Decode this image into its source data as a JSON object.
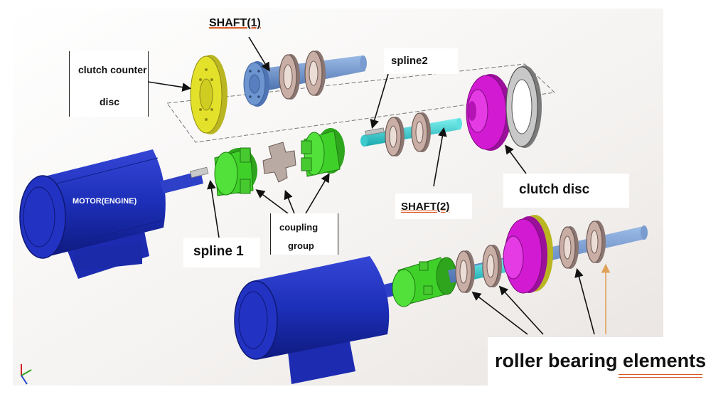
{
  "labels": {
    "shaft1": "SHAFT(1)",
    "clutch_counter_disc_line1": "clutch counter",
    "clutch_counter_disc_line2": "disc",
    "spline2": "spline2",
    "clutch_disc": "clutch disc",
    "motor_engine": "MOTOR(ENGINE)",
    "shaft2": "SHAFT(2)",
    "coupling_group_line1": "coupling",
    "coupling_group_line2": "group",
    "spline1": "spline 1",
    "roller_bearing_elements": "roller bearing elements"
  },
  "colors": {
    "motor": "#1c2fb8",
    "coupling": "#3fd12a",
    "clutch_disc": "#d21ad2",
    "counter_disc": "#e4e12a",
    "shaft1": "#6d95d0",
    "shaft2": "#2fd6d6",
    "bearing": "#c9aea5",
    "underline": "#d9541e",
    "gold_arrow": "#e0a25a"
  }
}
